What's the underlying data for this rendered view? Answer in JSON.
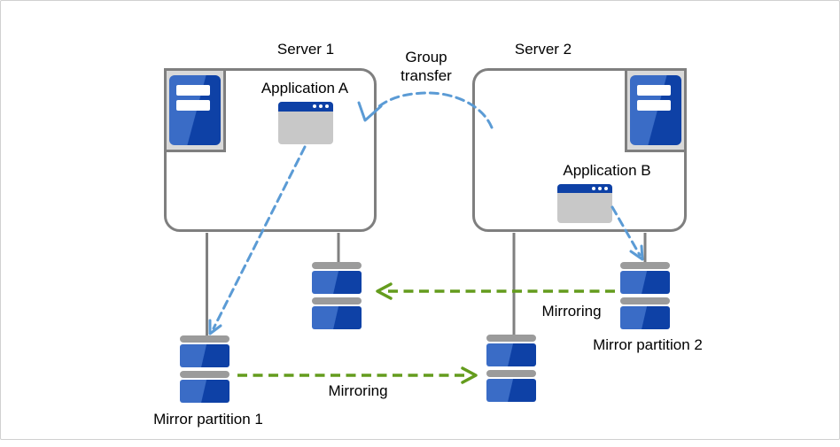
{
  "palette": {
    "box_border": "#7f7f7f",
    "connector": "#808080",
    "icon_bg": "#d9d9d9",
    "blue_light": "#3a6cc6",
    "blue_dark": "#0e41a6",
    "window_gray": "#c8c8c8",
    "cap_gray": "#9b9b9b",
    "arrow_blue": "#5b9bd5",
    "arrow_green": "#649c1d",
    "frame_border": "#d0d0d0",
    "text": "#000000"
  },
  "servers": [
    {
      "title": "Server 1",
      "app_label": "Application A"
    },
    {
      "title": "Server 2",
      "app_label": "Application B"
    }
  ],
  "labels": {
    "group_transfer": "Group transfer",
    "mirroring_top": "Mirroring",
    "mirroring_bottom": "Mirroring",
    "mirror_partition_1": "Mirror partition 1",
    "mirror_partition_2": "Mirror partition 2"
  },
  "icons": {
    "server": "server-tower-icon",
    "application": "app-window-icon",
    "partition": "disk-stack-icon"
  }
}
